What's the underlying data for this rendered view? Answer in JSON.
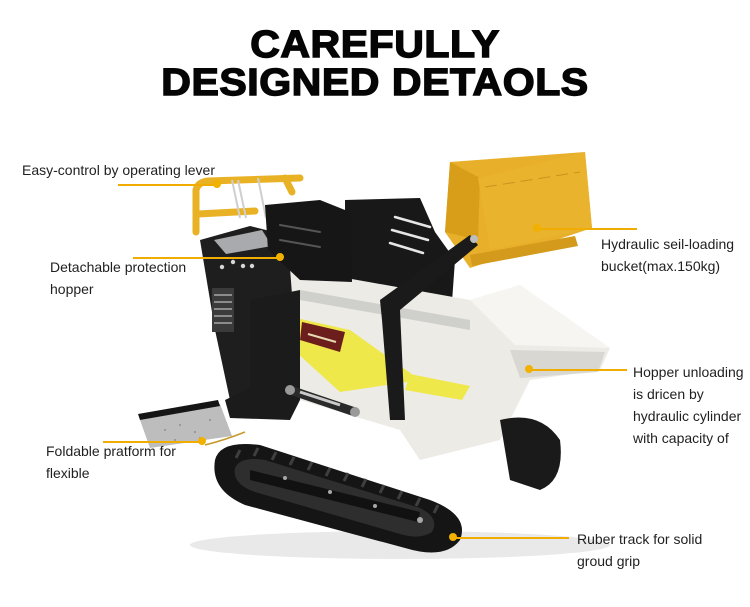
{
  "title": {
    "line1": "CAREFULLY",
    "line2": "DESIGNED DETAOLS"
  },
  "colors": {
    "accent_yellow": "#f2b000",
    "bucket_yellow": "#e8b02a",
    "frame_black": "#1c1c1c",
    "hopper_white": "#ecebe6",
    "text": "#1f1f1f"
  },
  "product": {
    "name": "tracked mini dumper with hydraulic self-loading bucket"
  },
  "annotations": [
    {
      "id": "lever",
      "lines": [
        "Easy-control by operating lever"
      ]
    },
    {
      "id": "protection",
      "lines": [
        "Detachable protection",
        "hopper"
      ]
    },
    {
      "id": "bucket",
      "lines": [
        "Hydraulic seil-loading",
        "bucket(max.150kg)"
      ]
    },
    {
      "id": "hopper",
      "lines": [
        "Hopper unloading",
        "is dricen by",
        "hydraulic cylinder",
        "with capacity of"
      ]
    },
    {
      "id": "platform",
      "lines": [
        "Foldable pratform for",
        "flexible"
      ]
    },
    {
      "id": "track",
      "lines": [
        "Ruber track for solid",
        "groud grip"
      ]
    }
  ]
}
